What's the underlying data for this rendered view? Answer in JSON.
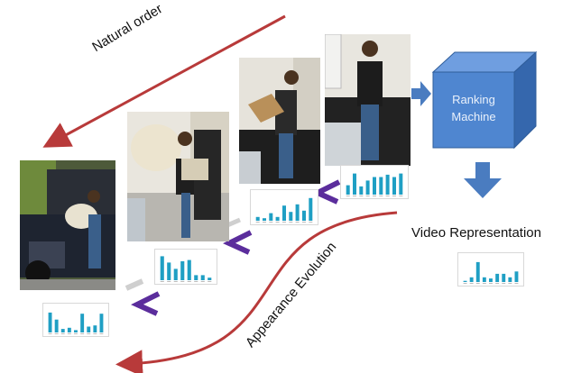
{
  "labels": {
    "natural_order": "Natural order",
    "ranking_machine": [
      "Ranking",
      "Machine"
    ],
    "video_representation": "Video Representation",
    "appearance_evolution": "Appearance Evolution"
  },
  "colors": {
    "order_arrow": "#b83a3a",
    "evolution_arrow": "#b83a3a",
    "flow_arrow": "#4a7cc0",
    "cube_front": "#4f86d0",
    "cube_top": "#6f9ee0",
    "cube_side": "#3567ad",
    "chevron": "#5b2d9c",
    "histogram_bar": "#1f9fc4"
  },
  "frames": [
    {
      "name": "frame-1-car",
      "histogram": [
        0.85,
        0.55,
        0.15,
        0.2,
        0.1,
        0.8,
        0.25,
        0.3,
        0.8
      ]
    },
    {
      "name": "frame-2-rug",
      "histogram": [
        0.95,
        0.7,
        0.45,
        0.75,
        0.8,
        0.2,
        0.2,
        0.1
      ]
    },
    {
      "name": "frame-3-box",
      "histogram": [
        0.15,
        0.1,
        0.3,
        0.15,
        0.6,
        0.35,
        0.65,
        0.4,
        0.9
      ]
    },
    {
      "name": "frame-4-walk",
      "histogram": [
        0.4,
        0.9,
        0.35,
        0.6,
        0.75,
        0.75,
        0.85,
        0.75,
        0.9
      ]
    }
  ],
  "video_histogram": [
    0.05,
    0.2,
    0.85,
    0.2,
    0.15,
    0.35,
    0.35,
    0.2,
    0.45
  ]
}
